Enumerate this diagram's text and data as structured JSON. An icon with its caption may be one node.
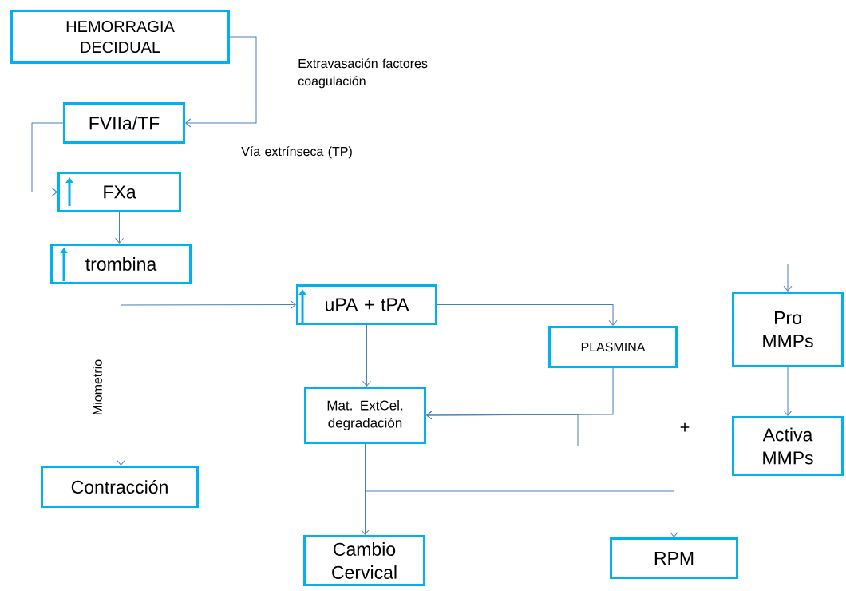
{
  "diagram": {
    "nodes": [
      {
        "text": [
          "HEMORRAGIA DECIDUAL"
        ]
      },
      {
        "text": [
          "FVIIa/TF"
        ]
      },
      {
        "text": [
          "FXa"
        ]
      },
      {
        "text": [
          "trombina"
        ]
      },
      {
        "text": [
          "uPA + tPA"
        ]
      },
      {
        "text": [
          "PLASMINA"
        ]
      },
      {
        "text": [
          "Pro MMPs"
        ]
      },
      {
        "text": [
          "Mat. ExtCel. degradación"
        ]
      },
      {
        "text": [
          "Activa MMPs"
        ]
      },
      {
        "text": [
          "Contracción"
        ]
      },
      {
        "text": [
          "Cambio Cervical"
        ]
      },
      {
        "text": [
          "RPM"
        ]
      }
    ],
    "edges": [
      {
        "from": 0,
        "to": 1,
        "arrow": "to"
      },
      {
        "from": 1,
        "to": 2,
        "arrow": "to"
      },
      {
        "from": 2,
        "to": 3,
        "arrow": "to"
      },
      {
        "from": 3,
        "to": 6,
        "arrow": "to"
      },
      {
        "from": 3,
        "to": 4,
        "arrow": "to"
      },
      {
        "from": 3,
        "to": 9,
        "arrow": "to",
        "label": "Miometrio"
      },
      {
        "from": 4,
        "to": 5,
        "arrow": "to"
      },
      {
        "from": 4,
        "to": 7,
        "arrow": "to"
      },
      {
        "from": 5,
        "to": 7,
        "arrow": "to"
      },
      {
        "from": 8,
        "to": 7,
        "arrow": "to",
        "label": "+"
      },
      {
        "from": 6,
        "to": 8,
        "arrow": "to"
      },
      {
        "from": 7,
        "to": 10,
        "arrow": "to"
      },
      {
        "from": 7,
        "to": 11,
        "arrow": "to"
      }
    ],
    "labels": [
      "Extravasación factores coagulación",
      "Vía extrínseca (TP)"
    ]
  }
}
